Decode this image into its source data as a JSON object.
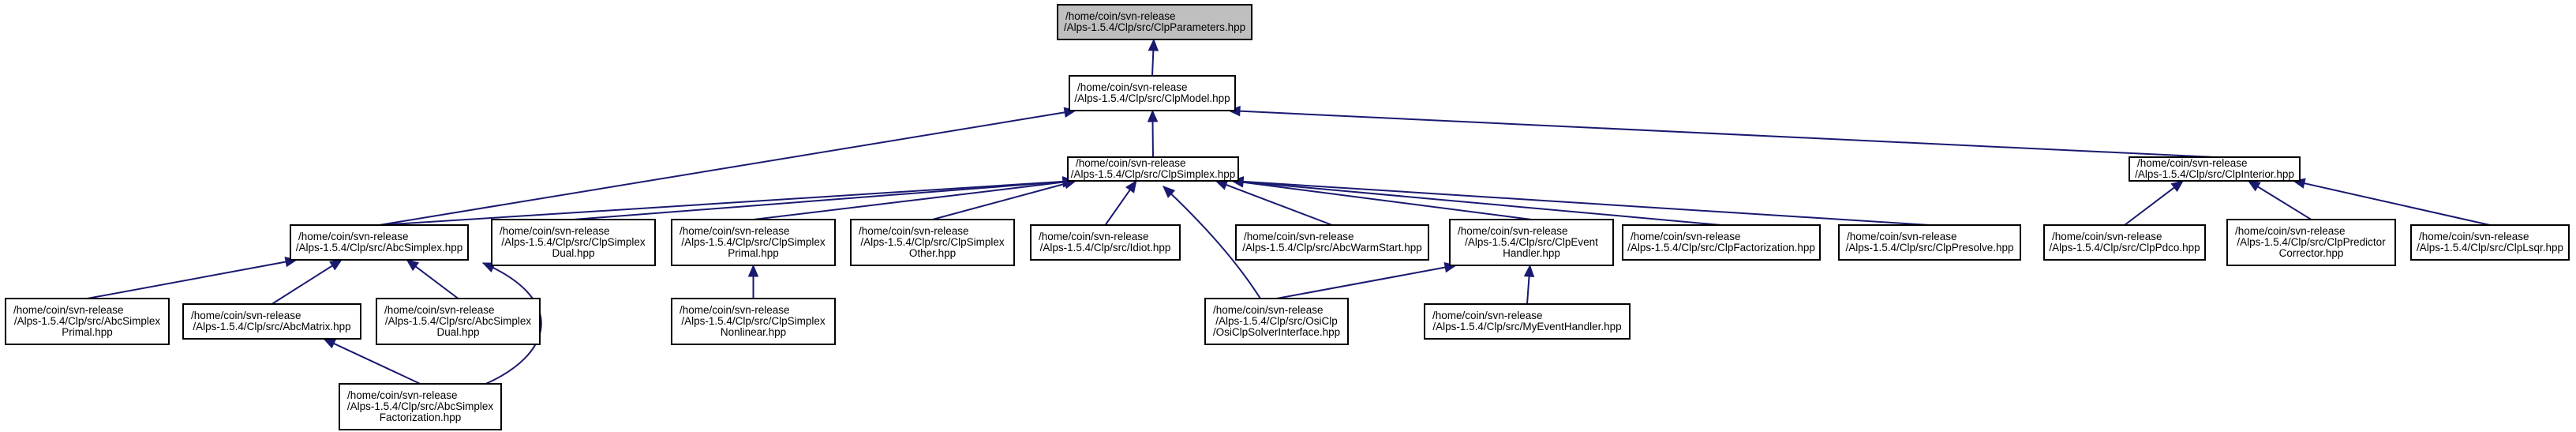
{
  "nodes": [
    {
      "id": "ClpParameters",
      "lines": [
        "/home/coin/svn-release",
        "/Alps-1.5.4/Clp/src/ClpParameters.hpp"
      ],
      "highlighted": true
    },
    {
      "id": "ClpModel",
      "lines": [
        "/home/coin/svn-release",
        "/Alps-1.5.4/Clp/src/ClpModel.hpp"
      ]
    },
    {
      "id": "ClpSimplex",
      "lines": [
        "/home/coin/svn-release",
        "/Alps-1.5.4/Clp/src/ClpSimplex.hpp"
      ]
    },
    {
      "id": "ClpInterior",
      "lines": [
        "/home/coin/svn-release",
        "/Alps-1.5.4/Clp/src/ClpInterior.hpp"
      ]
    },
    {
      "id": "AbcSimplex",
      "lines": [
        "/home/coin/svn-release",
        "/Alps-1.5.4/Clp/src/AbcSimplex.hpp"
      ]
    },
    {
      "id": "ClpSimplexDual",
      "lines": [
        "/home/coin/svn-release",
        "/Alps-1.5.4/Clp/src/ClpSimplex",
        "Dual.hpp"
      ]
    },
    {
      "id": "ClpSimplexPrimal",
      "lines": [
        "/home/coin/svn-release",
        "/Alps-1.5.4/Clp/src/ClpSimplex",
        "Primal.hpp"
      ]
    },
    {
      "id": "ClpSimplexOther",
      "lines": [
        "/home/coin/svn-release",
        "/Alps-1.5.4/Clp/src/ClpSimplex",
        "Other.hpp"
      ]
    },
    {
      "id": "Idiot",
      "lines": [
        "/home/coin/svn-release",
        "/Alps-1.5.4/Clp/src/Idiot.hpp"
      ]
    },
    {
      "id": "AbcWarmStart",
      "lines": [
        "/home/coin/svn-release",
        "/Alps-1.5.4/Clp/src/AbcWarmStart.hpp"
      ]
    },
    {
      "id": "ClpEventHandler",
      "lines": [
        "/home/coin/svn-release",
        "/Alps-1.5.4/Clp/src/ClpEvent",
        "Handler.hpp"
      ]
    },
    {
      "id": "ClpFactorization",
      "lines": [
        "/home/coin/svn-release",
        "/Alps-1.5.4/Clp/src/ClpFactorization.hpp"
      ]
    },
    {
      "id": "ClpPresolve",
      "lines": [
        "/home/coin/svn-release",
        "/Alps-1.5.4/Clp/src/ClpPresolve.hpp"
      ]
    },
    {
      "id": "ClpPdco",
      "lines": [
        "/home/coin/svn-release",
        "/Alps-1.5.4/Clp/src/ClpPdco.hpp"
      ]
    },
    {
      "id": "ClpPredictorCorrector",
      "lines": [
        "/home/coin/svn-release",
        "/Alps-1.5.4/Clp/src/ClpPredictor",
        "Corrector.hpp"
      ]
    },
    {
      "id": "ClpLsqr",
      "lines": [
        "/home/coin/svn-release",
        "/Alps-1.5.4/Clp/src/ClpLsqr.hpp"
      ]
    },
    {
      "id": "AbcSimplexPrimal",
      "lines": [
        "/home/coin/svn-release",
        "/Alps-1.5.4/Clp/src/AbcSimplex",
        "Primal.hpp"
      ]
    },
    {
      "id": "AbcMatrix",
      "lines": [
        "/home/coin/svn-release",
        "/Alps-1.5.4/Clp/src/AbcMatrix.hpp"
      ]
    },
    {
      "id": "AbcSimplexDual",
      "lines": [
        "/home/coin/svn-release",
        "/Alps-1.5.4/Clp/src/AbcSimplex",
        "Dual.hpp"
      ]
    },
    {
      "id": "ClpSimplexNonlinear",
      "lines": [
        "/home/coin/svn-release",
        "/Alps-1.5.4/Clp/src/ClpSimplex",
        "Nonlinear.hpp"
      ]
    },
    {
      "id": "OsiClpSolverInterface",
      "lines": [
        "/home/coin/svn-release",
        "/Alps-1.5.4/Clp/src/OsiClp",
        "/OsiClpSolverInterface.hpp"
      ]
    },
    {
      "id": "MyEventHandler",
      "lines": [
        "/home/coin/svn-release",
        "/Alps-1.5.4/Clp/src/MyEventHandler.hpp"
      ]
    },
    {
      "id": "AbcSimplexFactorization",
      "lines": [
        "/home/coin/svn-release",
        "/Alps-1.5.4/Clp/src/AbcSimplex",
        "Factorization.hpp"
      ]
    }
  ],
  "edges": [
    {
      "from": "ClpModel",
      "to": "ClpParameters"
    },
    {
      "from": "ClpSimplex",
      "to": "ClpModel"
    },
    {
      "from": "AbcSimplex",
      "to": "ClpModel"
    },
    {
      "from": "ClpInterior",
      "to": "ClpModel"
    },
    {
      "from": "AbcSimplex",
      "to": "ClpSimplex"
    },
    {
      "from": "ClpSimplexDual",
      "to": "ClpSimplex"
    },
    {
      "from": "ClpSimplexPrimal",
      "to": "ClpSimplex"
    },
    {
      "from": "ClpSimplexOther",
      "to": "ClpSimplex"
    },
    {
      "from": "Idiot",
      "to": "ClpSimplex"
    },
    {
      "from": "AbcWarmStart",
      "to": "ClpSimplex"
    },
    {
      "from": "ClpEventHandler",
      "to": "ClpSimplex"
    },
    {
      "from": "ClpFactorization",
      "to": "ClpSimplex"
    },
    {
      "from": "ClpPresolve",
      "to": "ClpSimplex"
    },
    {
      "from": "OsiClpSolverInterface",
      "to": "ClpSimplex"
    },
    {
      "from": "ClpPdco",
      "to": "ClpInterior"
    },
    {
      "from": "ClpPredictorCorrector",
      "to": "ClpInterior"
    },
    {
      "from": "ClpLsqr",
      "to": "ClpInterior"
    },
    {
      "from": "AbcSimplexPrimal",
      "to": "AbcSimplex"
    },
    {
      "from": "AbcMatrix",
      "to": "AbcSimplex"
    },
    {
      "from": "AbcSimplexDual",
      "to": "AbcSimplex"
    },
    {
      "from": "AbcSimplexFactorization",
      "to": "AbcSimplex"
    },
    {
      "from": "ClpSimplexNonlinear",
      "to": "ClpSimplexPrimal"
    },
    {
      "from": "OsiClpSolverInterface",
      "to": "ClpEventHandler"
    },
    {
      "from": "MyEventHandler",
      "to": "ClpEventHandler"
    },
    {
      "from": "AbcSimplexFactorization",
      "to": "AbcMatrix"
    }
  ],
  "colors": {
    "edge": "#191970",
    "node_border": "#000000",
    "node_fill": "#ffffff",
    "highlight_fill": "#bfbfbf"
  }
}
